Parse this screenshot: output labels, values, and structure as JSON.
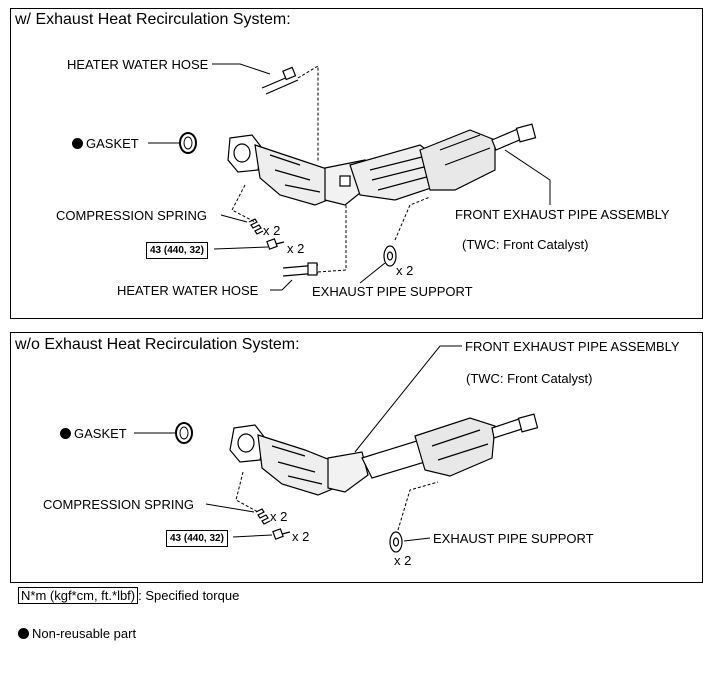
{
  "panel1": {
    "title": "w/ Exhaust Heat Recirculation System:",
    "labels": {
      "heater_hose_top": "HEATER WATER HOSE",
      "gasket": "GASKET",
      "compression_spring": "COMPRESSION SPRING",
      "spring_qty": "x 2",
      "torque": "43 (440, 32)",
      "bolt_qty": "x 2",
      "heater_hose_bottom": "HEATER WATER HOSE",
      "exhaust_support": "EXHAUST PIPE SUPPORT",
      "support_qty": "x 2",
      "front_pipe": "FRONT EXHAUST PIPE ASSEMBLY",
      "twc": "(TWC: Front Catalyst)"
    }
  },
  "panel2": {
    "title": "w/o Exhaust Heat Recirculation System:",
    "labels": {
      "front_pipe": "FRONT EXHAUST PIPE ASSEMBLY",
      "twc": "(TWC: Front Catalyst)",
      "gasket": "GASKET",
      "compression_spring": "COMPRESSION SPRING",
      "spring_qty": "x 2",
      "torque": "43 (440, 32)",
      "bolt_qty": "x 2",
      "exhaust_support": "EXHAUST PIPE SUPPORT",
      "support_qty": "x 2"
    }
  },
  "legend": {
    "torque_unit": "N*m (kgf*cm, ft.*lbf)",
    "torque_desc": ": Specified torque",
    "non_reusable": "Non-reusable part"
  }
}
